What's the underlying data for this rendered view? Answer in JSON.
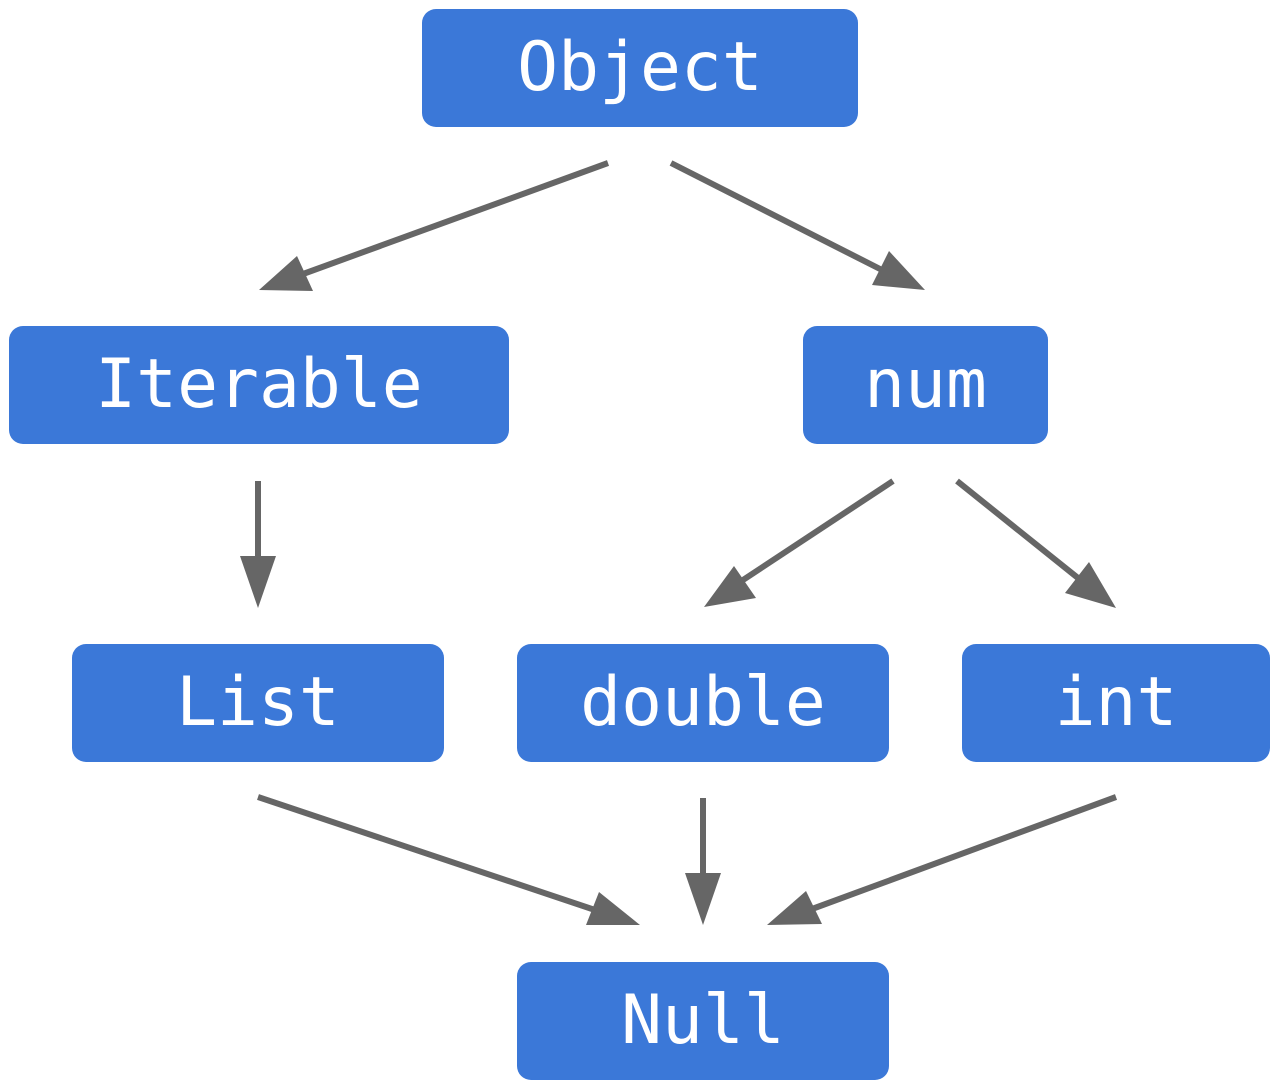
{
  "diagram": {
    "type": "class-hierarchy",
    "colors": {
      "node_fill": "#3b78d8",
      "node_text": "#ffffff",
      "edge": "#666666",
      "background": "#ffffff"
    },
    "nodes": {
      "object": "Object",
      "iterable": "Iterable",
      "num": "num",
      "list": "List",
      "double": "double",
      "int": "int",
      "null": "Null"
    },
    "edges": [
      {
        "from": "Object",
        "to": "Iterable"
      },
      {
        "from": "Object",
        "to": "num"
      },
      {
        "from": "Iterable",
        "to": "List"
      },
      {
        "from": "num",
        "to": "double"
      },
      {
        "from": "num",
        "to": "int"
      },
      {
        "from": "List",
        "to": "Null"
      },
      {
        "from": "double",
        "to": "Null"
      },
      {
        "from": "int",
        "to": "Null"
      }
    ]
  }
}
